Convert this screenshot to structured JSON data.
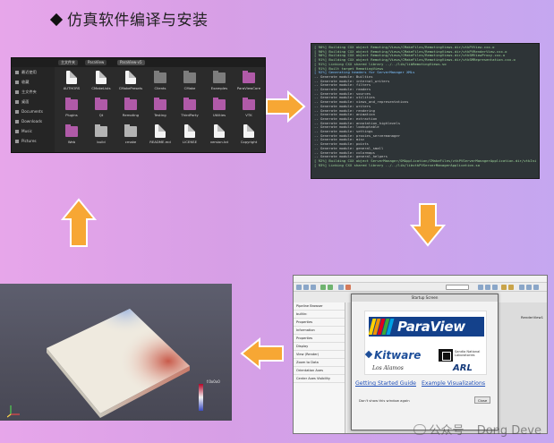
{
  "title": "仿真软件编译与安装",
  "file_manager": {
    "breadcrumbs": [
      "主文件夹",
      "ParaView",
      "ParaView-v5"
    ],
    "sidebar": [
      "最近使用",
      "收藏",
      "主文件夹",
      "桌面",
      "Documents",
      "Downloads",
      "Music",
      "Pictures"
    ],
    "files": [
      {
        "label": "AUTHORS",
        "kind": "doc"
      },
      {
        "label": "CMakeLists",
        "kind": "doc"
      },
      {
        "label": "CMakePresets",
        "kind": "doc"
      },
      {
        "label": "Clients",
        "kind": "folder"
      },
      {
        "label": "CMake",
        "kind": "folder"
      },
      {
        "label": "Examples",
        "kind": "folder"
      },
      {
        "label": "ParaViewCore",
        "kind": "folder-pink"
      },
      {
        "label": "Plugins",
        "kind": "folder-pink"
      },
      {
        "label": "Qt",
        "kind": "folder-pink"
      },
      {
        "label": "Remoting",
        "kind": "folder-pink"
      },
      {
        "label": "Testing",
        "kind": "folder-pink"
      },
      {
        "label": "ThirdParty",
        "kind": "folder-pink"
      },
      {
        "label": "Utilities",
        "kind": "folder-pink"
      },
      {
        "label": "VTK",
        "kind": "folder-pink"
      },
      {
        "label": "Web",
        "kind": "folder-pink"
      },
      {
        "label": "build",
        "kind": "folder-gray"
      },
      {
        "label": "cmake",
        "kind": "folder-gray"
      },
      {
        "label": "README.md",
        "kind": "doc"
      },
      {
        "label": "LICENSE",
        "kind": "doc"
      },
      {
        "label": "version.txt",
        "kind": "doc"
      },
      {
        "label": "Copyright",
        "kind": "doc"
      }
    ]
  },
  "terminal": {
    "lines": [
      {
        "t": "[ 90%] Building CXX object Remoting/Views/CMakeFiles/RemotingViews.dir/vtkPVView.cxx.o",
        "c": "g"
      },
      {
        "t": "[ 90%] Building CXX object Remoting/Views/CMakeFiles/RemotingViews.dir/vtkPVRenderView.cxx.o",
        "c": "g"
      },
      {
        "t": "[ 90%] Building CXX object Remoting/Views/CMakeFiles/RemotingViews.dir/vtkSMViewProxy.cxx.o",
        "c": "g"
      },
      {
        "t": "[ 91%] Building CXX object Remoting/Views/CMakeFiles/RemotingViews.dir/vtkSMRepresentation.cxx.o",
        "c": "g"
      },
      {
        "t": "[ 91%] Linking CXX shared library ../../lib/libRemotingViews.so",
        "c": "g"
      },
      {
        "t": "[ 91%] Built target RemotingViews",
        "c": "g"
      },
      {
        "t": "[ 92%] Generating headers for ServerManager XMLs",
        "c": "b"
      },
      {
        "t": "-- Generate module: Builtins",
        "c": "w"
      },
      {
        "t": "-- Generate module: internal_writers",
        "c": "w"
      },
      {
        "t": "-- Generate module: filters",
        "c": "w"
      },
      {
        "t": "-- Generate module: readers",
        "c": "w"
      },
      {
        "t": "-- Generate module: sources",
        "c": "w"
      },
      {
        "t": "-- Generate module: utilities",
        "c": "w"
      },
      {
        "t": "-- Generate module: views_and_representations",
        "c": "w"
      },
      {
        "t": "-- Generate module: writers",
        "c": "w"
      },
      {
        "t": "-- Generate module: rendering",
        "c": "w"
      },
      {
        "t": "-- Generate module: animation",
        "c": "w"
      },
      {
        "t": "-- Generate module: extraction",
        "c": "w"
      },
      {
        "t": "-- Generate module: annotation_highlevels",
        "c": "w"
      },
      {
        "t": "-- Generate module: lookuptable",
        "c": "w"
      },
      {
        "t": "-- Generate module: settings",
        "c": "w"
      },
      {
        "t": "-- Generate module: proxies_servermanager",
        "c": "w"
      },
      {
        "t": "-- Generate module: misc",
        "c": "w"
      },
      {
        "t": "-- Generate module: points",
        "c": "w"
      },
      {
        "t": "-- Generate module: general_small",
        "c": "w"
      },
      {
        "t": "-- Generate module: colormaps",
        "c": "w"
      },
      {
        "t": "-- Generate module: general_helpers",
        "c": "w"
      },
      {
        "t": "[ 92%] Building CXX object ServerManager/SMApplication/CMakeFiles/vtkPVServerManagerApplication.dir/vtkInitializationHelper.cxx.o",
        "c": "g"
      },
      {
        "t": "[ 93%] Linking CXX shared library ../../lib/libvtkPVServerManagerApplication.so",
        "c": "g"
      }
    ]
  },
  "paraview": {
    "menus": [
      "File",
      "Edit",
      "View",
      "Sources",
      "Filters",
      "Tools",
      "Catalyst",
      "Macros",
      "Help"
    ],
    "left_rows": [
      "Pipeline Browser",
      "builtin:",
      "Properties",
      "Information",
      "Properties",
      "Display",
      "View (Render)",
      "Zoom to Data",
      "Orientation Axes",
      "Center Axes Visibility"
    ],
    "render_label": "RenderView1",
    "splash": {
      "header": "Startup Screen",
      "banner": "ParaView",
      "kitware": "Kitware",
      "sandia": "Sandia National Laboratories",
      "lanl": "Los Alamos",
      "arl": "ARL",
      "link_guide": "Getting Started Guide",
      "link_examples": "Example Visualizations",
      "footer": "Don't show this window again",
      "close": "Close"
    },
    "banner_stripes": [
      "#ffd200",
      "#f29400",
      "#e2001a",
      "#3aa935",
      "#00a0e3"
    ]
  },
  "render": {
    "colorbar_title": "f.0x0x0",
    "colors": {
      "plate_center": "#efeadf",
      "hot": "#c85a4a",
      "cold": "#9fb6e0"
    }
  },
  "watermark": {
    "channel": "公众号",
    "author": "Dong Deve"
  },
  "colors": {
    "arrow_fill": "#f7a734",
    "arrow_stroke": "#ffffff"
  }
}
